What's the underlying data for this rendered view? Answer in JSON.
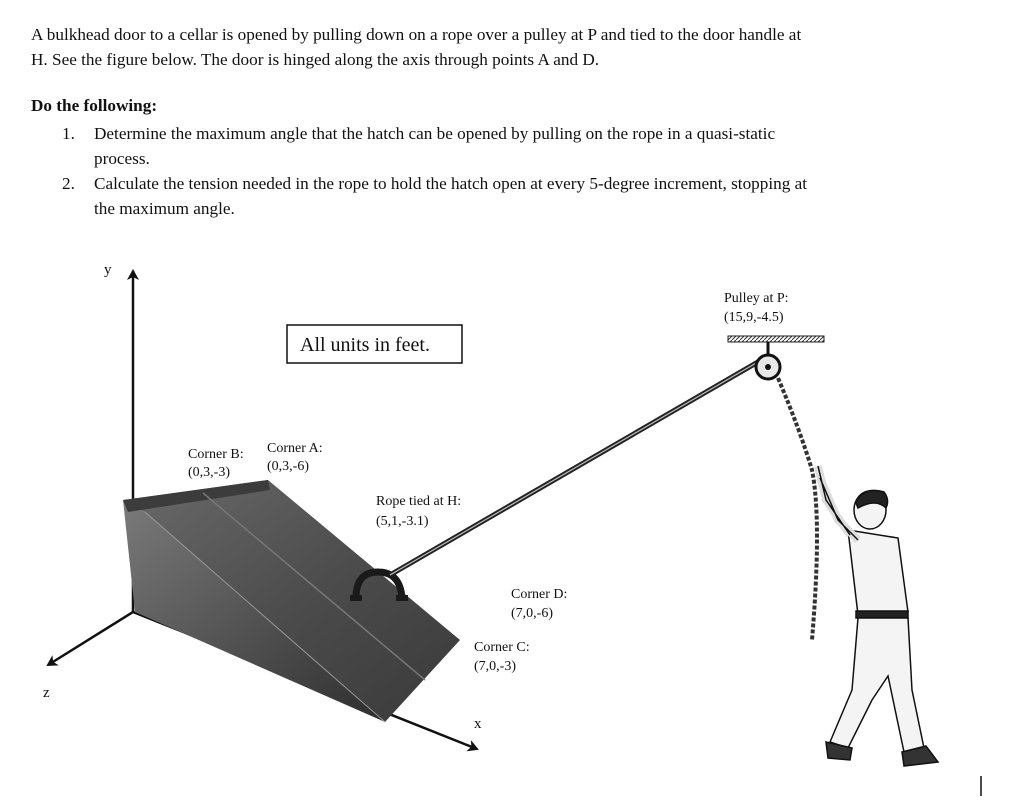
{
  "problem": {
    "intro_lines": [
      "A bulkhead door to a cellar is opened by pulling down on a rope over a pulley at P and tied to the door handle at",
      "H.  See the figure below.  The door is hinged along the axis through points A and D."
    ],
    "heading": "Do the following:",
    "items": [
      {
        "num": "1.",
        "lines": [
          "Determine the maximum angle that the hatch can be opened by pulling on the rope in a quasi-static",
          "process."
        ]
      },
      {
        "num": "2.",
        "lines": [
          "Calculate the tension needed in the rope to hold the hatch open at every 5-degree increment, stopping at",
          "the maximum angle."
        ]
      }
    ]
  },
  "figure": {
    "units_note": "All units in feet.",
    "axes": {
      "y": "y",
      "z": "z",
      "x": "x"
    },
    "points": {
      "B": {
        "name": "Corner B:",
        "coords": "(0,3,-3)"
      },
      "A": {
        "name": "Corner A:",
        "coords": "(0,3,-6)"
      },
      "H": {
        "name": "Rope tied at H:",
        "coords": "(5,1,-3.1)"
      },
      "D": {
        "name": "Corner D:",
        "coords": "(7,0,-6)"
      },
      "C": {
        "name": "Corner C:",
        "coords": "(7,0,-3)"
      },
      "P": {
        "name": "Pulley at P:",
        "coords": "(15,9,-4.5)"
      }
    }
  }
}
